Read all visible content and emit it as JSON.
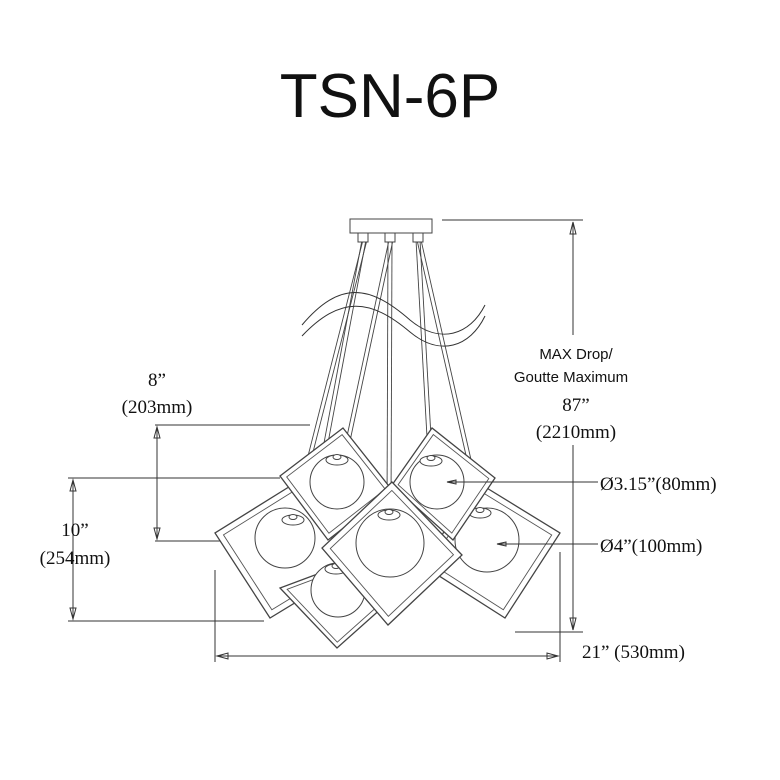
{
  "title": "TSN-6P",
  "labels": {
    "max_drop_line1": "MAX Drop/",
    "max_drop_line2": "Goutte Maximum",
    "max_drop_in": "87”",
    "max_drop_mm": "(2210mm)",
    "cluster_height_in": "8”",
    "cluster_height_mm": "(203mm)",
    "overall_height_in": "10”",
    "overall_height_mm": "(254mm)",
    "small_globe": "Ø3.15”(80mm)",
    "large_globe": "Ø4”(100mm)",
    "width": "21” (530mm)"
  }
}
